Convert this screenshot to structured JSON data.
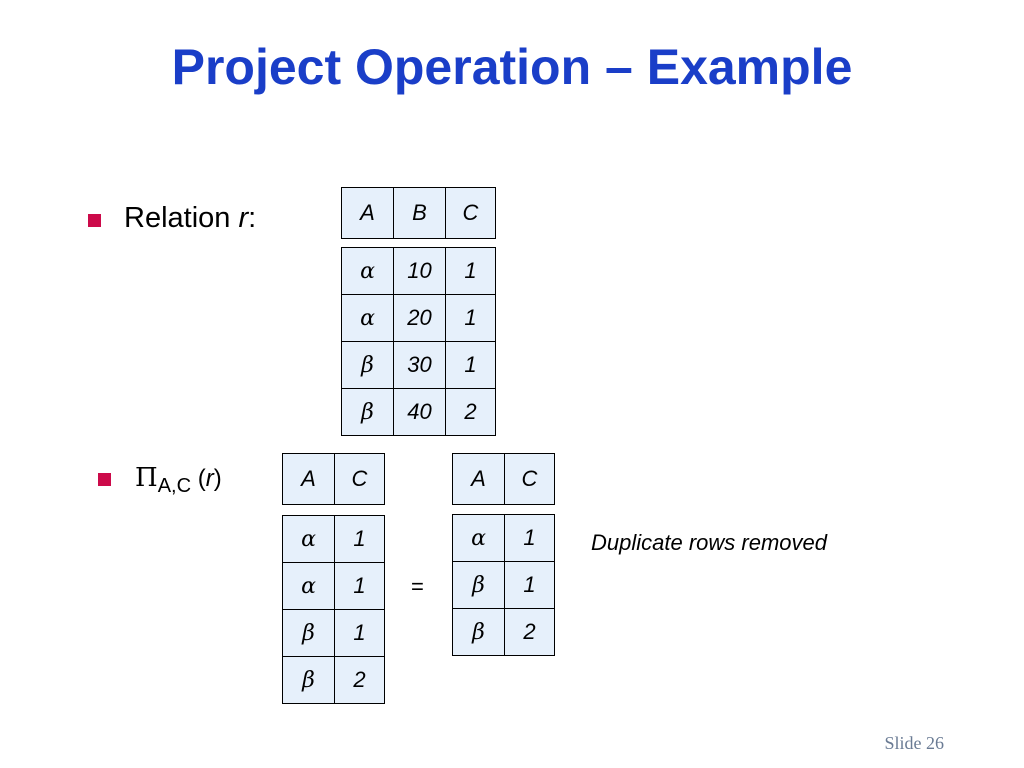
{
  "title": "Project Operation – Example",
  "relation_label": {
    "prefix": "Relation ",
    "var": "r",
    "suffix": ":"
  },
  "relation_r": {
    "headers": [
      "A",
      "B",
      "C"
    ],
    "rows": [
      [
        "α",
        "10",
        "1"
      ],
      [
        "α",
        "20",
        "1"
      ],
      [
        "β",
        "30",
        "1"
      ],
      [
        "β",
        "40",
        "2"
      ]
    ]
  },
  "projection_label": {
    "symbol": "Π",
    "subscript": "A,C",
    "open": " (",
    "var": "r",
    "close": ")"
  },
  "projection_full": {
    "headers": [
      "A",
      "C"
    ],
    "rows": [
      [
        "α",
        "1"
      ],
      [
        "α",
        "1"
      ],
      [
        "β",
        "1"
      ],
      [
        "β",
        "2"
      ]
    ]
  },
  "equals": "=",
  "projection_result": {
    "headers": [
      "A",
      "C"
    ],
    "rows": [
      [
        "α",
        "1"
      ],
      [
        "β",
        "1"
      ],
      [
        "β",
        "2"
      ]
    ]
  },
  "note": "Duplicate rows removed",
  "slide_number": "Slide 26",
  "colors": {
    "title": "#1a3ec8",
    "bullet": "#cc0a4a",
    "table_fill": "#e6f0fb"
  }
}
